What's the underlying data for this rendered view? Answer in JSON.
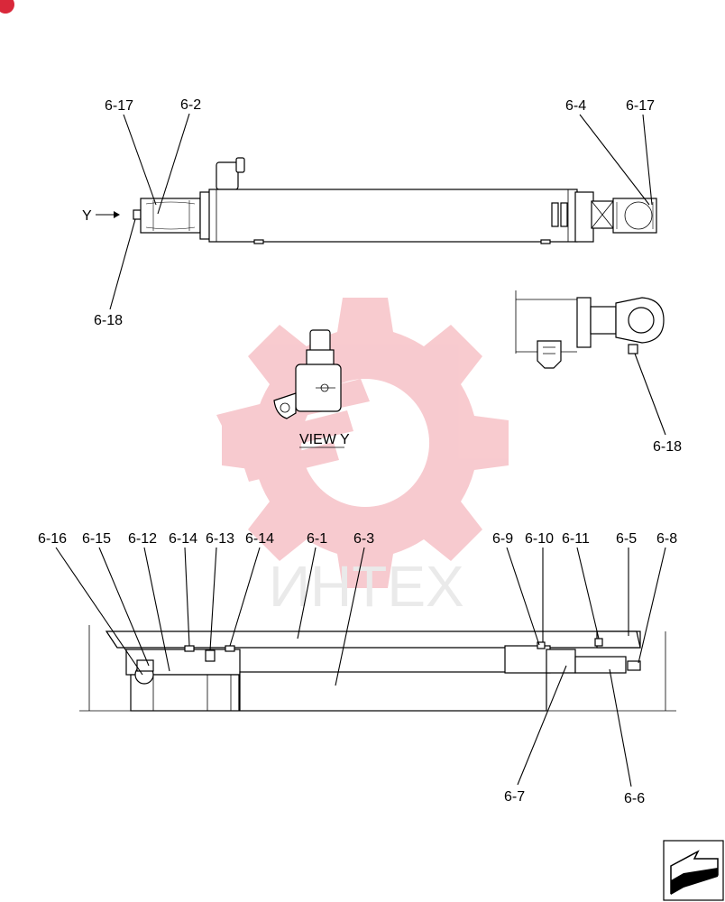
{
  "watermark": {
    "text": "ИНТЕХ",
    "color": "#f2a0a8"
  },
  "corner_badge": {
    "icon": "badge-icon",
    "color": "#d9283a"
  },
  "view_label": "VIEW  Y",
  "arrow_label": "Y",
  "labels": {
    "top_6_17_left": "6-17",
    "top_6_2": "6-2",
    "top_6_4": "6-4",
    "top_6_17_right": "6-17",
    "top_6_18": "6-18",
    "right_6_18": "6-18",
    "sec_6_16": "6-16",
    "sec_6_15": "6-15",
    "sec_6_12": "6-12",
    "sec_6_14_a": "6-14",
    "sec_6_13": "6-13",
    "sec_6_14_b": "6-14",
    "sec_6_1": "6-1",
    "sec_6_3": "6-3",
    "sec_6_9": "6-9",
    "sec_6_10": "6-10",
    "sec_6_11": "6-11",
    "sec_6_5": "6-5",
    "sec_6_8": "6-8",
    "sec_6_7": "6-7",
    "sec_6_6": "6-6"
  },
  "nav": {
    "icon": "next-page-arrow-icon"
  }
}
